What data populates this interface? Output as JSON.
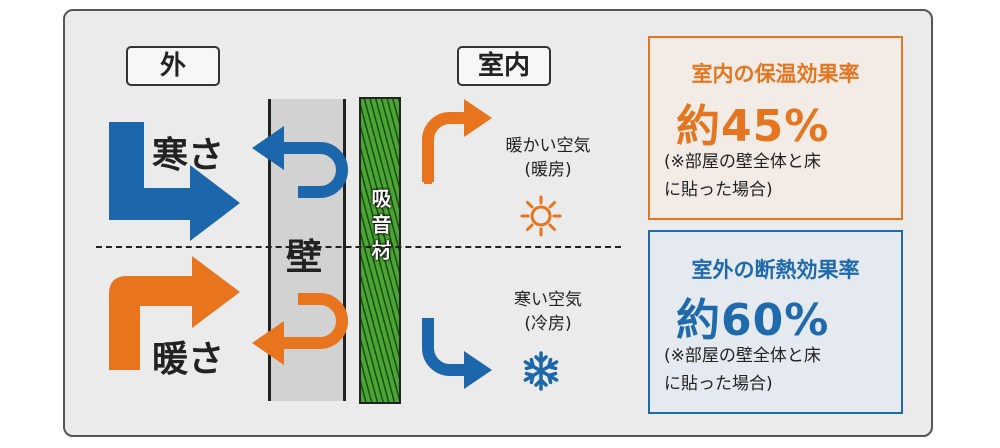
{
  "labels": {
    "outside": "外",
    "inside": "室内",
    "cold": "寒さ",
    "warm": "暖さ",
    "wall": "壁",
    "absorber": "吸音材",
    "warm_air": "暖かい空気",
    "heating": "(暖房)",
    "cold_air": "寒い空気",
    "cooling": "(冷房)"
  },
  "result_indoor": {
    "title": "室内の保温効果率",
    "value": "約45%",
    "note_line1": "(※部屋の壁全体と床",
    "note_line2": "に貼った場合)",
    "color": "#e5761f"
  },
  "result_outdoor": {
    "title": "室外の断熱効果率",
    "value": "約60%",
    "note_line1": "(※部屋の壁全体と床",
    "note_line2": "に貼った場合)",
    "color": "#1f69ad"
  },
  "colors": {
    "cold": "#1c66ab",
    "warm": "#e8751e",
    "absorber": "#3f9b2f",
    "sun": "#e8751e",
    "snow": "#1c66ab"
  },
  "icons": {
    "sun": "sun-icon",
    "snow": "snowflake-icon"
  }
}
